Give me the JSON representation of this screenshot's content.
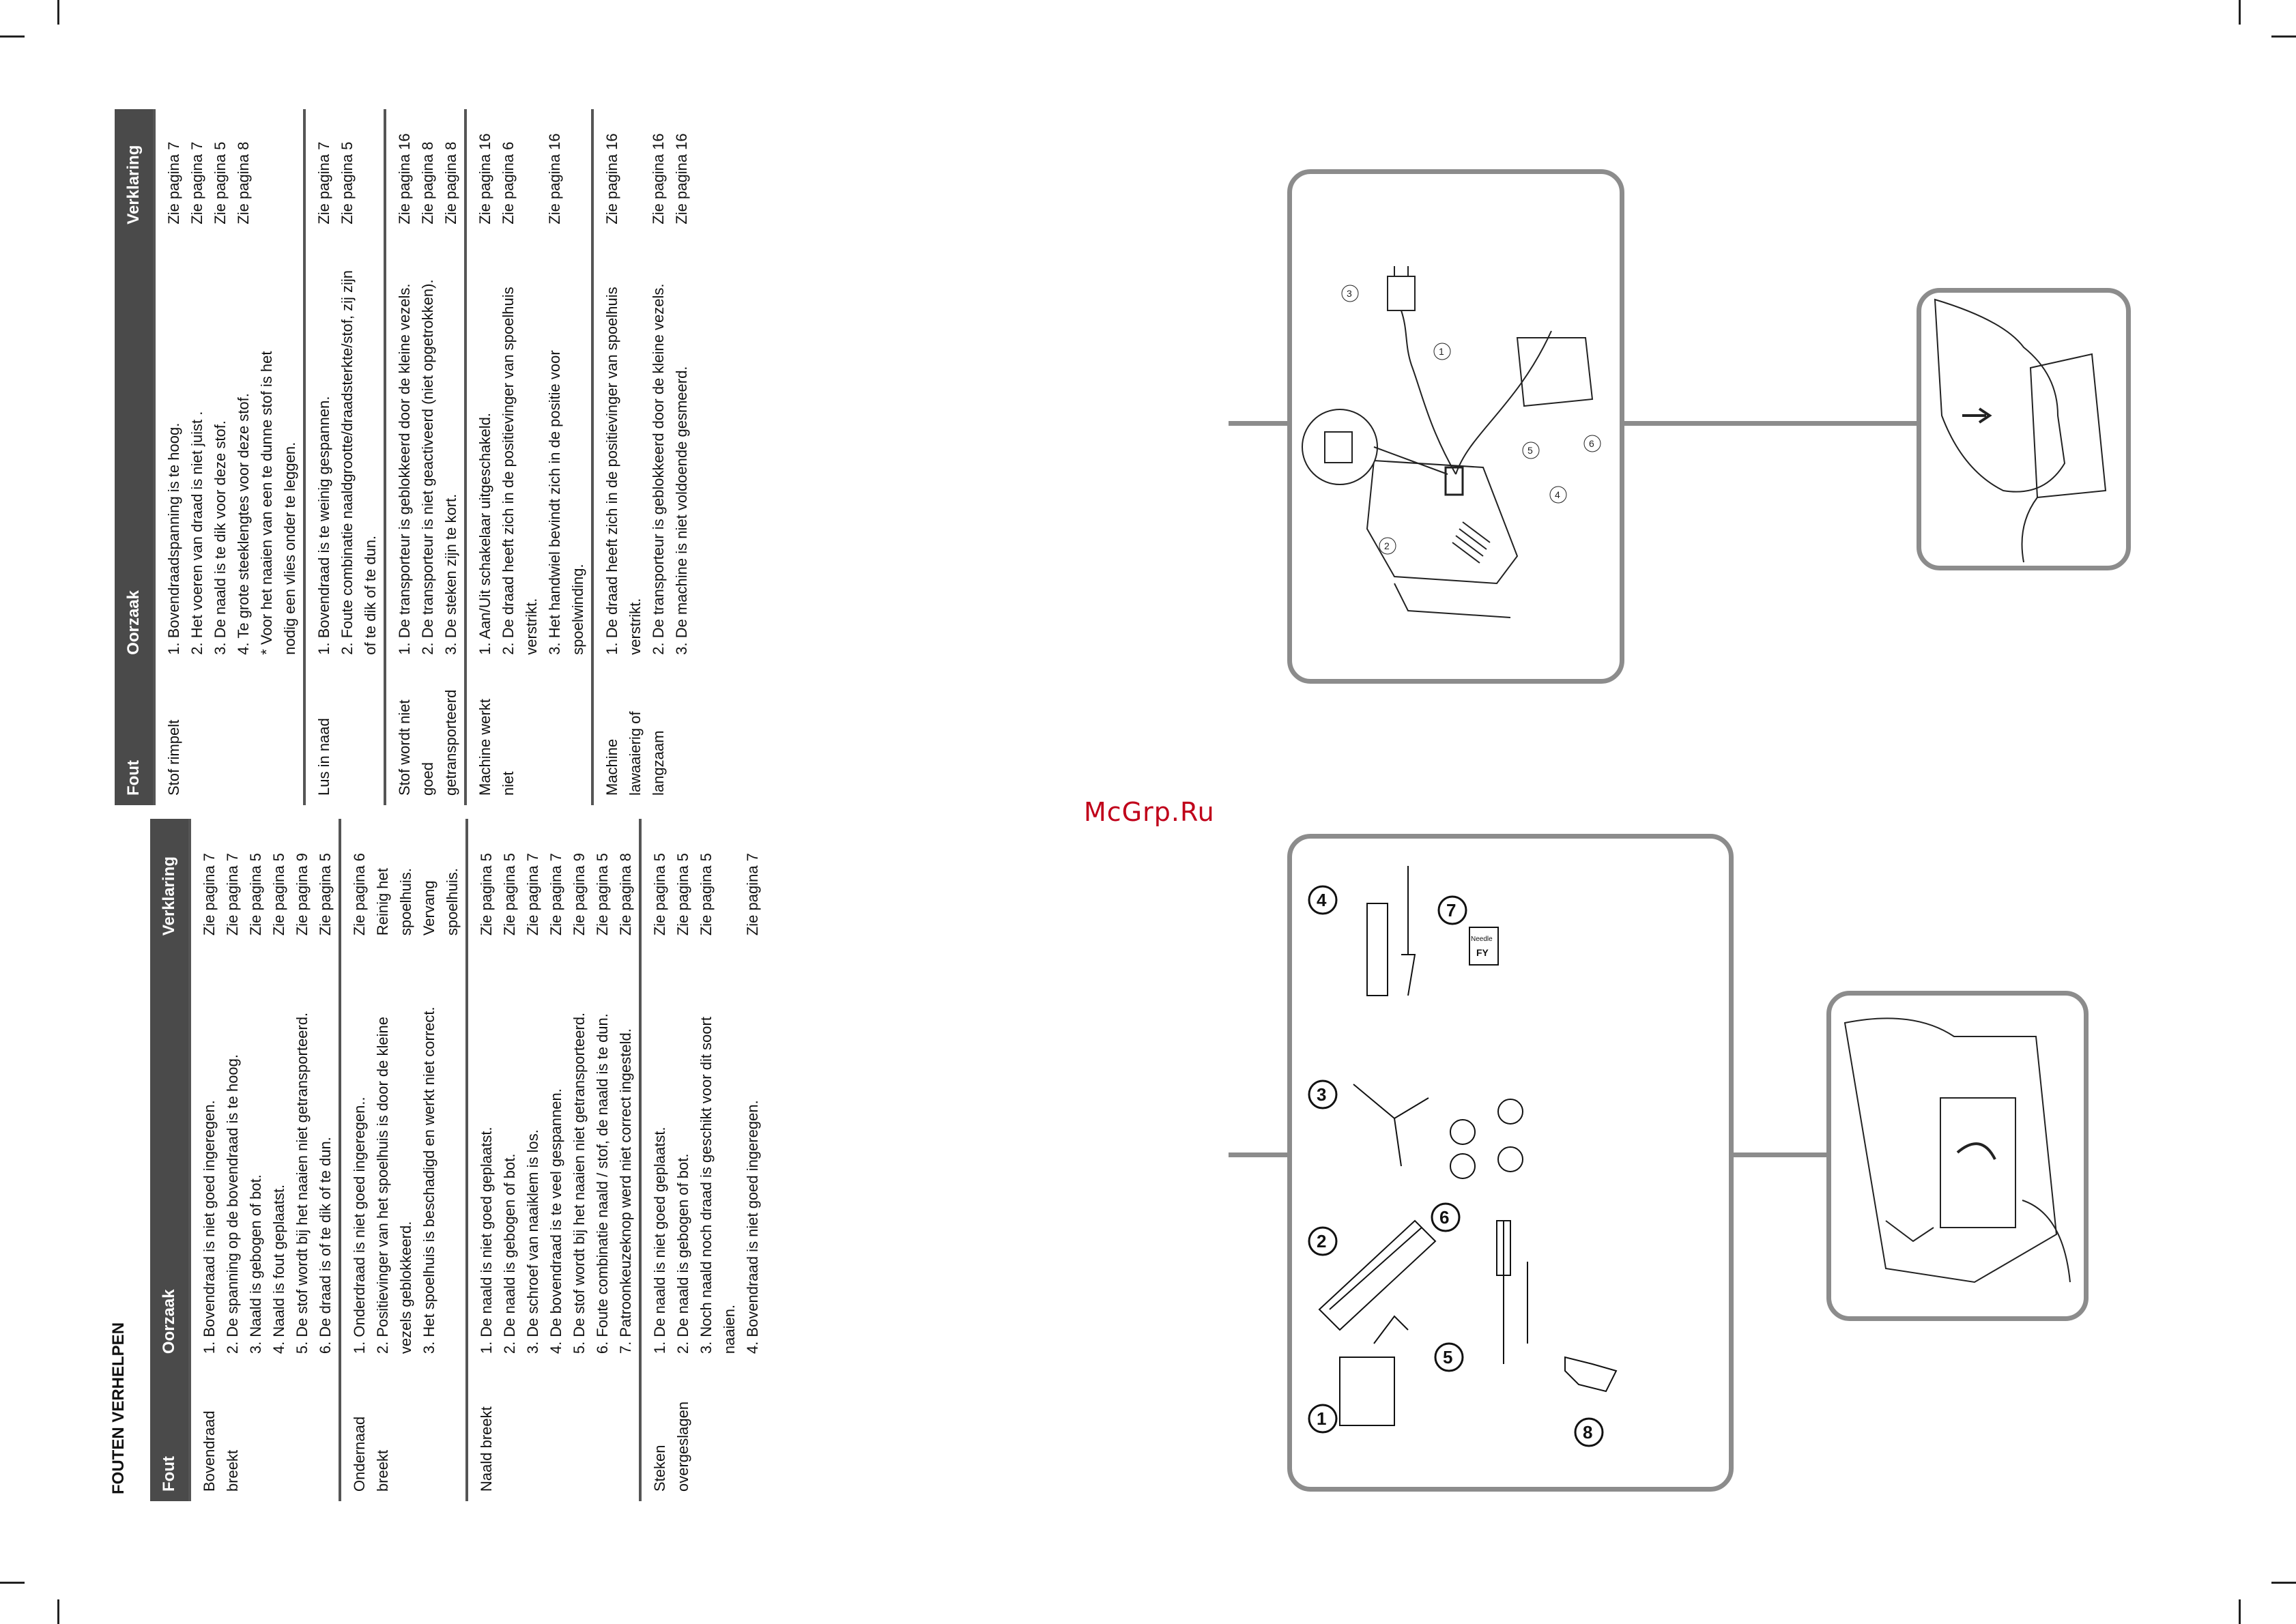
{
  "watermark": "McGrp.Ru",
  "left_table": {
    "title": "FOUTEN VERHELPEN",
    "headers": {
      "fault": "Fout",
      "cause": "Oorzaak",
      "explanation": "Verklaring"
    },
    "groups": [
      {
        "fault": "Bovendraad breekt",
        "causes": [
          "1. Bovendraad is niet goed ingeregen.",
          "2. De spanning op de bovendraad is te hoog.",
          "3. Naald is gebogen of bot.",
          "4. Naald is fout geplaatst.",
          "5. De stof wordt bij het naaien niet getransporteerd.",
          "6. De draad is of te dik of te dun."
        ],
        "explanations": [
          "Zie pagina  7",
          "Zie pagina  7",
          "Zie pagina  5",
          "Zie pagina  5",
          "Zie pagina  9",
          "Zie pagina  5"
        ]
      },
      {
        "fault": "Ondernaad breekt",
        "causes": [
          "1. Onderdraad is niet goed ingeregen..",
          "2. Positievinger van het spoelhuis is door de kleine",
          "vezels geblokkeerd.",
          "3. Het spoelhuis is beschadigd en werkt niet correct."
        ],
        "explanations": [
          "Zie pagina  6",
          "Reinig het",
          "spoelhuis.",
          "Vervang",
          "spoelhuis."
        ]
      },
      {
        "fault": "Naald breekt",
        "causes": [
          "1. De naald is niet goed geplaatst.",
          "2. De naald is gebogen of bot.",
          "3. De schroef van naaiklem is los.",
          "4. De bovendraad is te veel gespannen.",
          "5. De stof wordt bij het naaien niet getransporteerd.",
          "6. Foute combinatie naald / stof, de naald is te dun.",
          "7. Patroonkeuzeknop werd niet correct ingesteld."
        ],
        "explanations": [
          "Zie pagina  5",
          "Zie pagina  5",
          "Zie pagina  7",
          "Zie pagina  7",
          "Zie pagina  9",
          "Zie pagina  5",
          "Zie pagina  8"
        ]
      },
      {
        "fault": "Steken overgeslagen",
        "causes": [
          "1. De naald is niet goed geplaatst.",
          "2. De naald is gebogen of bot.",
          "3. Noch naald noch draad is geschikt voor dit soort",
          "naaien.",
          "4. Bovendraad is niet goed ingeregen."
        ],
        "explanations": [
          "Zie pagina  5",
          "Zie pagina  5",
          "Zie pagina  5",
          "",
          "Zie pagina  7"
        ]
      }
    ]
  },
  "right_table": {
    "headers": {
      "fault": "Fout",
      "cause": "Oorzaak",
      "explanation": "Verklaring"
    },
    "groups": [
      {
        "fault": "Stof rimpelt",
        "causes": [
          "1. Bovendraadspanning is te hoog.",
          "2. Het voeren van draad is niet juist .",
          "3. De naald is te dik voor deze stof.",
          "4. Te grote steeklengtes voor deze stof.",
          "* Voor het naaien van een te dunne stof is het",
          "nodig een vlies onder te leggen."
        ],
        "explanations": [
          "Zie pagina  7",
          "Zie pagina  7",
          "Zie pagina  5",
          "Zie pagina  8",
          "",
          ""
        ]
      },
      {
        "fault": "Lus in naad",
        "causes": [
          "1. Bovendraad is te weinig gespannen.",
          "2. Foute combinatie naaldgrootte/draadsterkte/stof, zij zijn",
          "of te dik of te dun."
        ],
        "explanations": [
          "Zie pagina  7",
          "Zie pagina  5",
          ""
        ]
      },
      {
        "fault": "Stof wordt niet goed getransporteerd",
        "causes": [
          "1. De transporteur is geblokkeerd door de kleine vezels.",
          "2. De transporteur is niet geactiveerd (niet opgetrokken).",
          "3. De steken zijn te kort."
        ],
        "explanations": [
          "Zie pagina 16",
          "Zie pagina  8",
          "Zie pagina  8"
        ]
      },
      {
        "fault": "Machine werkt niet",
        "causes": [
          "1. Aan/Uit schakelaar uitgeschakeld.",
          "2. De draad heeft zich in de positievinger van spoelhuis",
          "verstrikt.",
          "3. Het handwiel bevindt zich in de positie voor",
          "spoelwinding."
        ],
        "explanations": [
          "Zie pagina 16",
          "Zie pagina  6",
          "",
          "Zie pagina 16",
          ""
        ]
      },
      {
        "fault": "Machine lawaaierig of langzaam",
        "causes": [
          "1. De draad heeft zich in de positievinger van spoelhuis",
          "verstrikt.",
          "2. De transporteur is geblokkeerd door de kleine vezels.",
          "3. De machine is niet voldoende gesmeerd."
        ],
        "explanations": [
          "Zie pagina 16",
          "",
          "Zie pagina 16",
          "Zie pagina 16"
        ]
      }
    ]
  },
  "accessories": {
    "numbers": [
      "1",
      "2",
      "3",
      "4",
      "5",
      "6",
      "7",
      "8"
    ],
    "needle_pack_label": "Needle",
    "needle_pack_brand": "FY"
  },
  "power_diagram": {
    "callouts": [
      "1",
      "2",
      "3",
      "4",
      "5",
      "6"
    ]
  }
}
